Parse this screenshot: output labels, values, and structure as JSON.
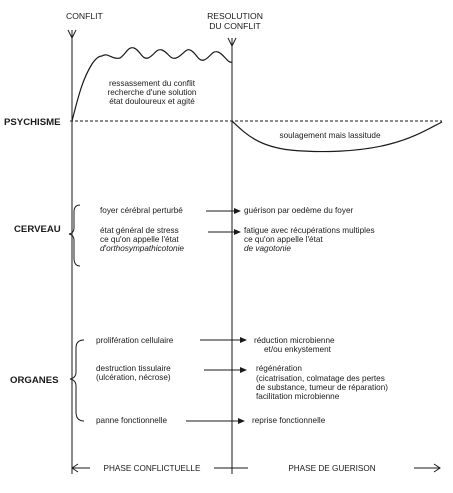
{
  "header": {
    "conflit": "CONFLIT",
    "resolution_1": "RESOLUTION",
    "resolution_2": "DU CONFLIT"
  },
  "sections": {
    "psychisme": "PSYCHISME",
    "cerveau": "CERVEAU",
    "organes": "ORGANES"
  },
  "psychisme": {
    "left_lines": [
      "ressassement du conflit",
      "recherche d'une solution",
      "état douloureux et agité"
    ],
    "right_line": "soulagement mais lassitude"
  },
  "cerveau": {
    "left_1": "foyer cérébral perturbé",
    "right_1": "guérison par oedème du foyer",
    "left_2": [
      "état général de stress",
      "ce qu'on appelle l'état",
      "d'orthosympathicotonie"
    ],
    "right_2": [
      "fatigue avec récupérations multiples",
      "ce qu'on appelle l'état",
      "de vagotonie"
    ]
  },
  "organes": {
    "left_1": "prolifération cellulaire",
    "right_1": [
      "réduction microbienne",
      "et/ou enkystement"
    ],
    "left_2": [
      "destruction tissulaire",
      "(ulcération, nécrose)"
    ],
    "right_2": [
      "régénération",
      "(cicatrisation, colmatage des pertes",
      "de substance, tumeur de réparation)",
      "facilitation microbienne"
    ],
    "left_3": "panne fonctionnelle",
    "right_3": "reprise fonctionnelle"
  },
  "phases": {
    "left": "PHASE CONFLICTUELLE",
    "right": "PHASE DE GUERISON"
  }
}
